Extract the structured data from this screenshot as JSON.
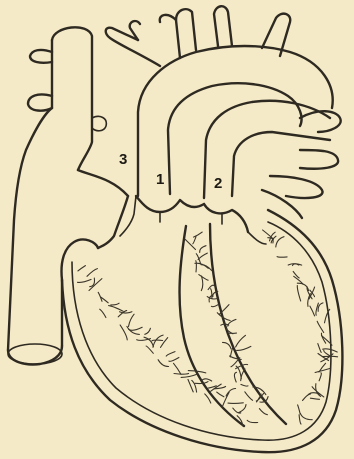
{
  "labels": {
    "label_1": "1",
    "label_2": "2",
    "label_3": "3"
  },
  "colors": {
    "background": "#f5eac7",
    "ink": "#2e2a22"
  }
}
